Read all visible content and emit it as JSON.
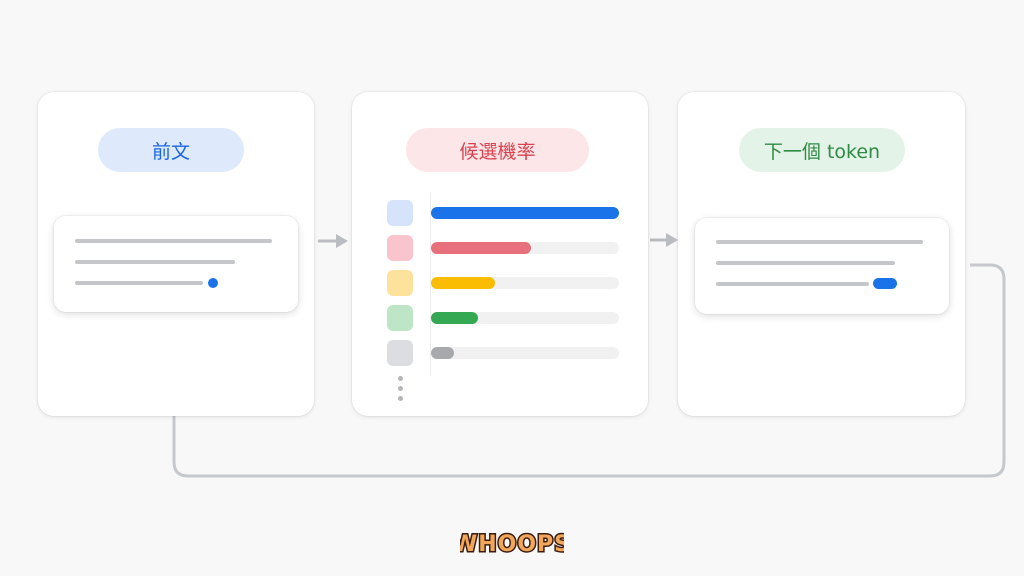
{
  "steps": {
    "context_label": "前文",
    "probabilities_label": "候選機率",
    "next_token_label": "下一個 token"
  },
  "candidate_bars": [
    {
      "color": "#1a73e8",
      "square_color": "#d5e3fb",
      "fraction": 1.0
    },
    {
      "color": "#e8707d",
      "square_color": "#f9c4cc",
      "fraction": 0.53
    },
    {
      "color": "#fbbc04",
      "square_color": "#fde29c",
      "fraction": 0.34
    },
    {
      "color": "#34a853",
      "square_color": "#bde5c6",
      "fraction": 0.25
    },
    {
      "color": "#a7a9ac",
      "square_color": "#dcdde0",
      "fraction": 0.12
    }
  ],
  "colors": {
    "arrow": "#b9bcc0",
    "loop": "#c5c8cc",
    "accent_blue": "#1a73e8"
  },
  "logo_text": "WHOOPS"
}
